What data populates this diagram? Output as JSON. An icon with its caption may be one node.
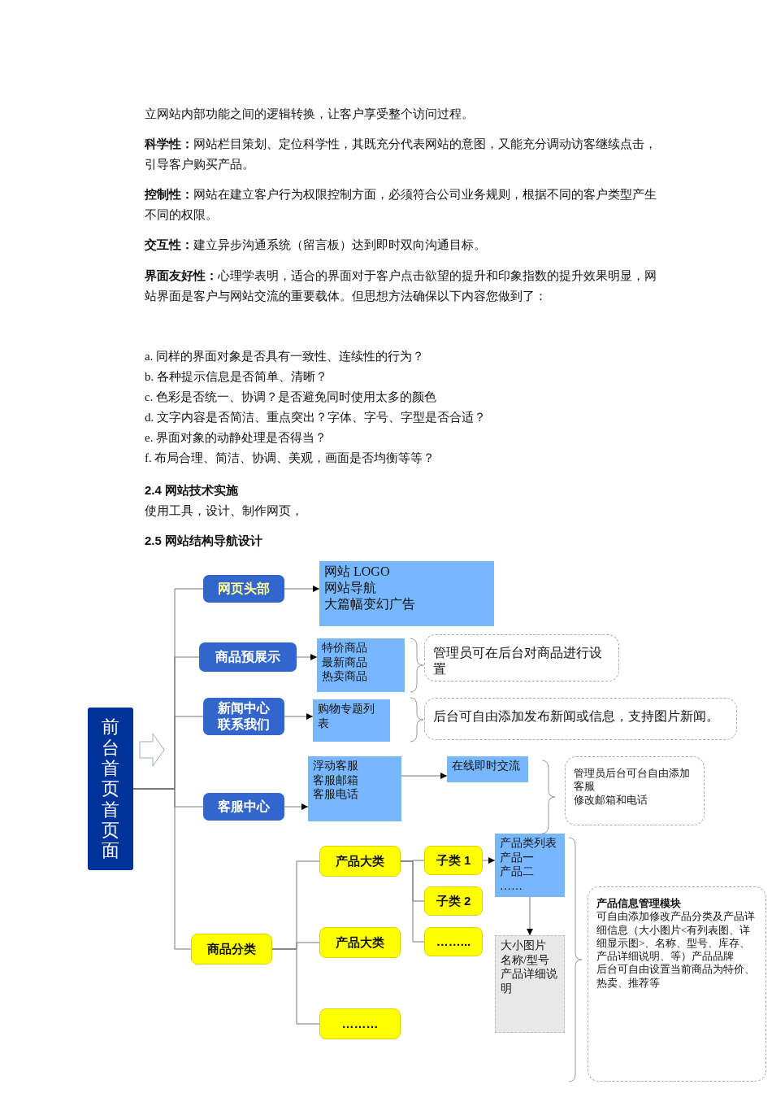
{
  "diagram": {
    "nodes": [
      {
        "text": [
          "网页头部"
        ]
      },
      {
        "text": [
          "网站 LOGO",
          "网站导航",
          "大篇幅变幻广告"
        ]
      },
      {
        "text": [
          "商品预展示"
        ]
      },
      {
        "text": [
          "特价商品",
          "最新商品",
          "热卖商品"
        ]
      },
      {
        "text": [
          "新闻中心",
          "联系我们"
        ]
      },
      {
        "text": [
          "购物专题列表"
        ]
      },
      {
        "text": [
          "管理员可在后台对商品进行设置"
        ]
      },
      {
        "text": [
          "后台可自由添加发布新闻或信息，支持图片新闻。"
        ]
      },
      {
        "text": [
          "前台首页首页面"
        ]
      },
      {
        "text": [
          "客服中心"
        ]
      },
      {
        "text": [
          "浮动客服",
          "客服邮箱",
          "客服电话"
        ]
      },
      {
        "text": [
          "在线即时交流"
        ]
      },
      {
        "text": [
          "管理员后台可台自由添加客服",
          "修改邮箱和电话"
        ]
      },
      {
        "text": [
          "商品分类"
        ]
      },
      {
        "text": [
          "产品大类"
        ]
      },
      {
        "text": [
          "子类 1"
        ]
      },
      {
        "text": [
          "子类 2"
        ]
      },
      {
        "text": [
          "……..."
        ]
      },
      {
        "text": [
          "产品类列表",
          "产品一",
          "产品二",
          "……"
        ]
      },
      {
        "text": [
          "产品大类"
        ]
      },
      {
        "text": [
          "………"
        ]
      },
      {
        "text": [
          "大小图片",
          "名称/型号",
          "产品详细说明"
        ]
      },
      {
        "text": [
          "产品信息管理模块",
          "可自由添加修改产品分类及产品详细信息（大小图片<有列表图、详细显示图>、名称、型号、库存、产品详细说明、等）产品品牌",
          "后台可自由设置当前商品为特价、热卖、推荐等"
        ]
      }
    ],
    "edges": [
      {
        "from": 8,
        "to": 0,
        "arrow": "none"
      },
      {
        "from": 8,
        "to": 2,
        "arrow": "none"
      },
      {
        "from": 8,
        "to": 4,
        "arrow": "none"
      },
      {
        "from": 8,
        "to": 9,
        "arrow": "none"
      },
      {
        "from": 8,
        "to": 13,
        "arrow": "none"
      },
      {
        "from": 0,
        "to": 1,
        "arrow": "to"
      },
      {
        "from": 2,
        "to": 3,
        "arrow": "to"
      },
      {
        "from": 4,
        "to": 5,
        "arrow": "to"
      },
      {
        "from": 9,
        "to": 10,
        "arrow": "to"
      },
      {
        "from": 10,
        "to": 11,
        "arrow": "to"
      },
      {
        "from": 13,
        "to": 14,
        "arrow": "none"
      },
      {
        "from": 13,
        "to": 19,
        "arrow": "none"
      },
      {
        "from": 13,
        "to": 20,
        "arrow": "none"
      },
      {
        "from": 14,
        "to": 15,
        "arrow": "none"
      },
      {
        "from": 14,
        "to": 16,
        "arrow": "none"
      },
      {
        "from": 14,
        "to": 17,
        "arrow": "none"
      },
      {
        "from": 15,
        "to": 18,
        "arrow": "to"
      },
      {
        "from": 18,
        "to": 21,
        "arrow": "to"
      }
    ],
    "labels": [
      "立网站内部功能之间的逻辑转换，让客户享受整个访问过程。",
      "**科学性：**网站栏目策划、定位科学性，其既充分代表网站的意图，又能充分调动访客继续点击，引导客户购买产品。",
      "**控制性：**网站在建立客户行为权限控制方面，必须符合公司业务规则，根据不同的客户类型产生不同的权限。",
      "**交互性：**建立异步沟通系统（留言板）达到即时双向沟通目标。",
      "**界面友好性：**心理学表明，适合的界面对于客户点击欲望的提升和印象指数的提升效果明显，网站界面是客户与网站交流的重要载体。但思想方法确保以下内容您做到了：",
      "a. 同样的界面对象是否具有一致性、连续性的行为？",
      "b. 各种提示信息是否简单、清晰？",
      "c. 色彩是否统一、协调？是否避免同时使用太多的颜色",
      "d. 文字内容是否简洁、重点突出？字体、字号、字型是否合适？",
      "e. 界面对象的动静处理是否得当？",
      "f. 布局合理、简洁、协调、美观，画面是否均衡等等？",
      "2.4 网站技术实施",
      "使用工具，设计、制作网页，",
      "2.5 网站结构导航设计"
    ]
  }
}
